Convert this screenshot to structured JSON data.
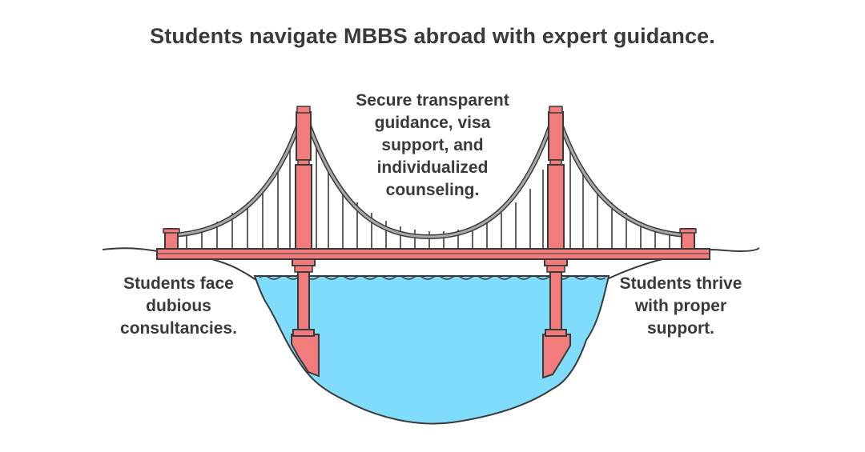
{
  "title": "Students navigate MBBS abroad with expert guidance.",
  "labels": {
    "top": "Secure transparent\nguidance, visa\nsupport, and\nindividualized\ncounseling.",
    "left": "Students face\ndubious\nconsultancies.",
    "right": "Students thrive\nwith proper\nsupport."
  },
  "colors": {
    "text": "#3a3a3a",
    "tower": "#f27b7b",
    "stroke": "#3a3a3a",
    "water": "#7fdcfb",
    "cable": "#9a9a9a",
    "rock": "#f5b8b4"
  }
}
